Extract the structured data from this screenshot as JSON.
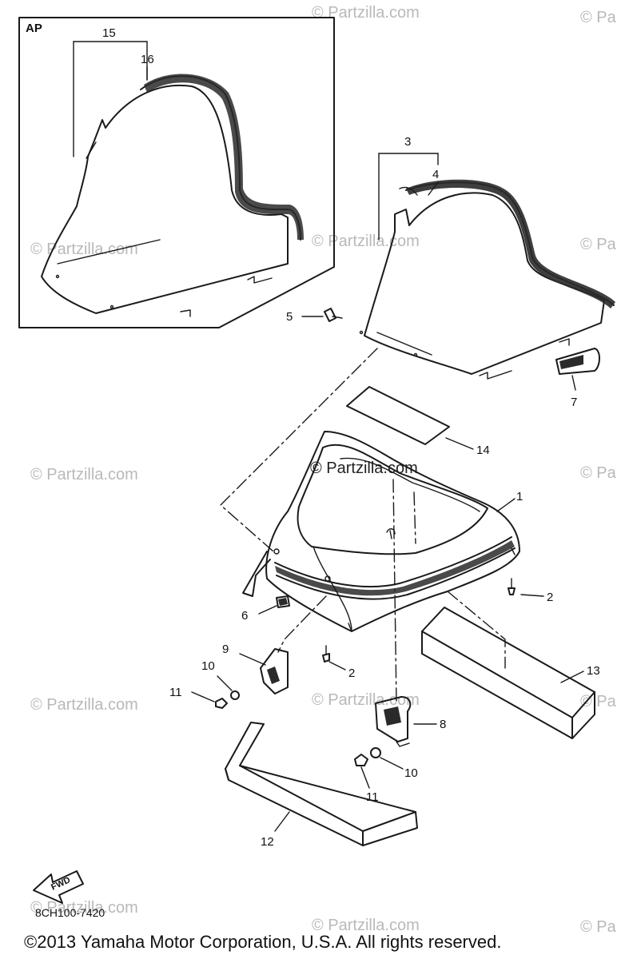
{
  "inset": {
    "tag": "AP"
  },
  "watermark": {
    "text": "© Partzilla.com",
    "short_text": "© Pa"
  },
  "callouts": [
    {
      "id": "15",
      "label": "15"
    },
    {
      "id": "16",
      "label": "16"
    },
    {
      "id": "3",
      "label": "3"
    },
    {
      "id": "4",
      "label": "4"
    },
    {
      "id": "5",
      "label": "5"
    },
    {
      "id": "7",
      "label": "7"
    },
    {
      "id": "14",
      "label": "14"
    },
    {
      "id": "1",
      "label": "1"
    },
    {
      "id": "2a",
      "label": "2"
    },
    {
      "id": "6",
      "label": "6"
    },
    {
      "id": "9",
      "label": "9"
    },
    {
      "id": "10a",
      "label": "10"
    },
    {
      "id": "11a",
      "label": "11"
    },
    {
      "id": "2b",
      "label": "2"
    },
    {
      "id": "13",
      "label": "13"
    },
    {
      "id": "8",
      "label": "8"
    },
    {
      "id": "10b",
      "label": "10"
    },
    {
      "id": "11b",
      "label": "11"
    },
    {
      "id": "12",
      "label": "12"
    }
  ],
  "fwd_label": "FWD",
  "diagram_code": "8CH100-7420",
  "copyright": "©2013  Yamaha Motor Corporation, U.S.A. All rights reserved."
}
